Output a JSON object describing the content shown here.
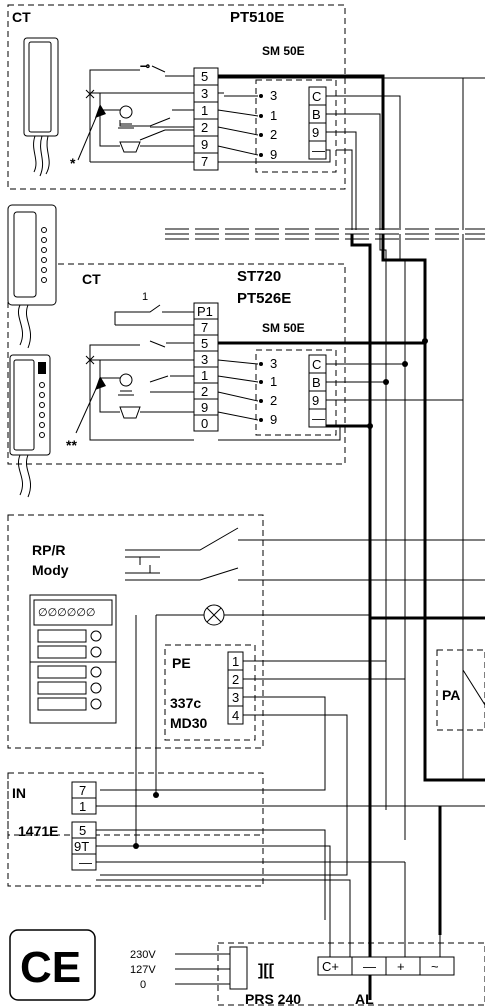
{
  "units": {
    "top": {
      "name": "CT",
      "model": "PT510E",
      "sub": "SM 50E",
      "pins": [
        "5",
        "3",
        "1",
        "2",
        "9",
        "7"
      ],
      "mod_pins": [
        "3",
        "1",
        "2",
        "9"
      ],
      "mod_right": [
        "C",
        "B",
        "9",
        "—"
      ],
      "note": "*"
    },
    "mid": {
      "name": "CT",
      "model1": "ST720",
      "model2": "PT526E",
      "sub": "SM 50E",
      "pins": [
        "P1",
        "7",
        "5",
        "3",
        "1",
        "2",
        "9",
        "0"
      ],
      "mod_pins": [
        "3",
        "1",
        "2",
        "9"
      ],
      "mod_right": [
        "C",
        "B",
        "9",
        "—"
      ],
      "note": "**",
      "switch_label": "1"
    },
    "panel": {
      "name1": "RP/R",
      "name2": "Mody"
    },
    "pe": {
      "name": "PE",
      "model1": "337c",
      "model2": "MD30",
      "pins": [
        "1",
        "2",
        "3",
        "4"
      ]
    },
    "pa": {
      "name": "PA"
    },
    "in": {
      "name": "IN",
      "model": "1471E",
      "pins": [
        "7",
        "1",
        "5",
        "9T",
        "—"
      ]
    },
    "power": {
      "inputs": [
        "230V",
        "127V",
        "0"
      ],
      "terms": [
        "C+",
        "—",
        "+",
        "~"
      ],
      "model": "PRS 240",
      "suffix": "AL"
    },
    "ce": "CE"
  }
}
